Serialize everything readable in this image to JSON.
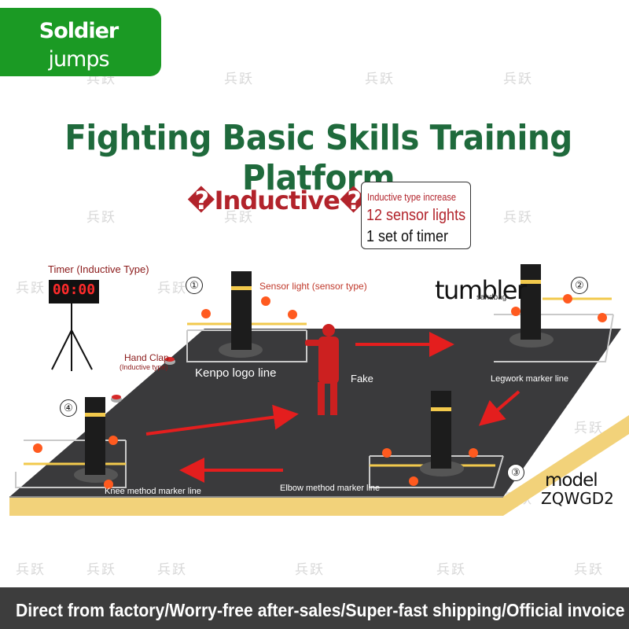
{
  "badge": {
    "line1": "Soldier",
    "line2": "jumps"
  },
  "title": "Fighting Basic Skills Training Platform",
  "inductive_tag": "�Inductive�",
  "info_box": {
    "line1": "Inductive type increase",
    "line2": "12 sensor lights",
    "line3": "1 set of timer"
  },
  "labels": {
    "timer": "Timer (Inductive Type)",
    "timer_display": "00:00",
    "sensor_light": "Sensor light (sensor type)",
    "tumbler": "tumbler",
    "sandbag": "sandbag",
    "hand_clap": "Hand Clap",
    "inductive_type": "(Inductive type)",
    "kenpo_line": "Kenpo logo line",
    "fake": "Fake",
    "legwork_line": "Legwork marker line",
    "knee_line": "Knee method marker line",
    "elbow_line": "Elbow method marker line"
  },
  "station_numbers": [
    "①",
    "②",
    "③",
    "④"
  ],
  "model": {
    "label": "model",
    "number": "ZQWGD2"
  },
  "footer": "Direct from factory/Worry-free after-sales/Super-fast shipping/Official invoice",
  "watermark": "兵跃",
  "colors": {
    "brand_green": "#1b9a24",
    "title_green": "#1f6a3c",
    "accent_red": "#b2232b",
    "platform": "#3a3a3c",
    "platform_edge": "#f2d27a",
    "sensor_light": "#ff5a1f",
    "rail_yellow": "#f2c94c"
  }
}
